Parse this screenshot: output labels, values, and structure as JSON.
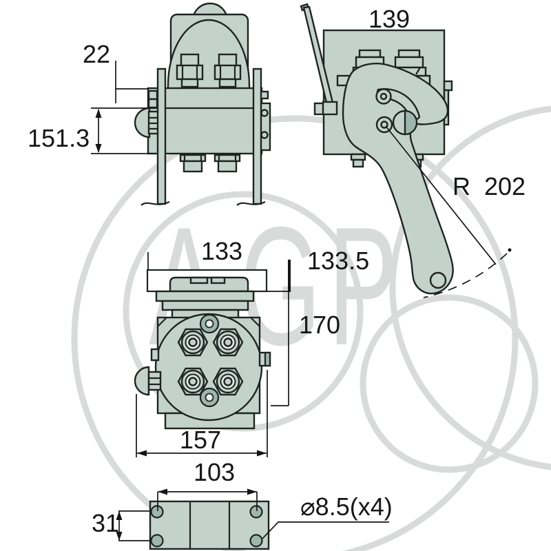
{
  "colors": {
    "body-fill": "#c4d2cc",
    "body-shade": "#9db6ae",
    "detail-light": "#dfe8e4",
    "pin-core": "#e9efec",
    "line": "#1d2422",
    "dim-text": "#161616",
    "watermark": "#d9dbda",
    "background": "#ffffff"
  },
  "watermark": {
    "letters": [
      "A",
      "G",
      "P"
    ]
  },
  "views": {
    "front": {
      "label_offset_top": "22",
      "label_height": "151.3"
    },
    "side": {
      "label_width": "139",
      "label_lever_radius": "R  202"
    },
    "face": {
      "label_width_top": "133",
      "label_plate_offset": "133.5",
      "label_height": "170",
      "label_width_bottom": "157"
    },
    "footprint": {
      "label_hole_spacing": "103",
      "label_row_height": "31",
      "label_hole_diameter": "⌀8.5(x4)"
    }
  }
}
